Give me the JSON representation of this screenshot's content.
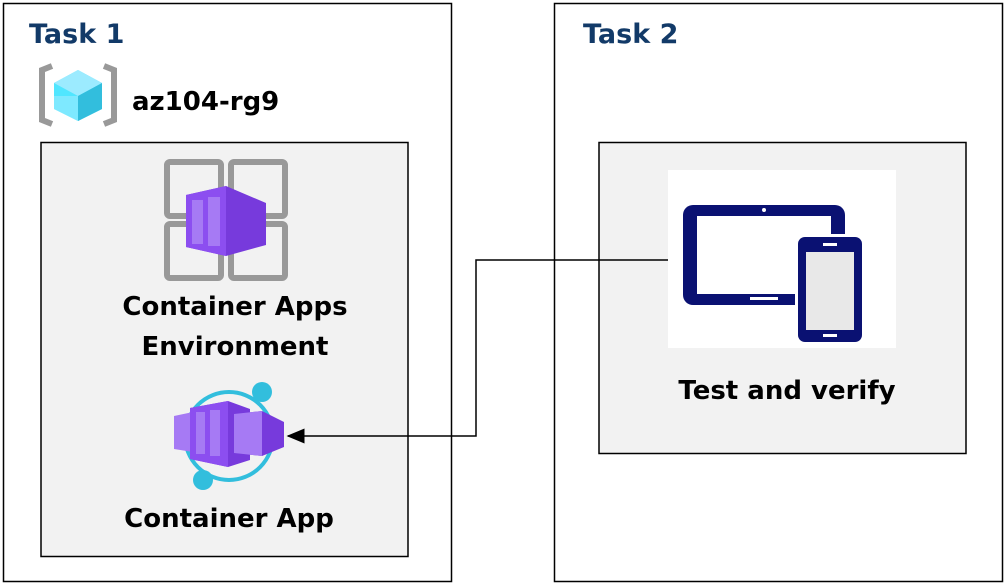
{
  "task1": {
    "title": "Task 1",
    "resource_group": "az104-rg9",
    "environment_label_line1": "Container Apps",
    "environment_label_line2": "Environment",
    "app_label": "Container App"
  },
  "task2": {
    "title": "Task 2",
    "test_label": "Test and verify"
  },
  "colors": {
    "task_title": "#123a68",
    "panel_fill": "#f2f2f2",
    "container_purple": "#7b3fe0",
    "device_navy": "#0a1172",
    "orbit_cyan": "#32bedd"
  },
  "icons": [
    "resource-group-icon",
    "container-apps-environment-icon",
    "container-app-icon",
    "devices-icon"
  ]
}
